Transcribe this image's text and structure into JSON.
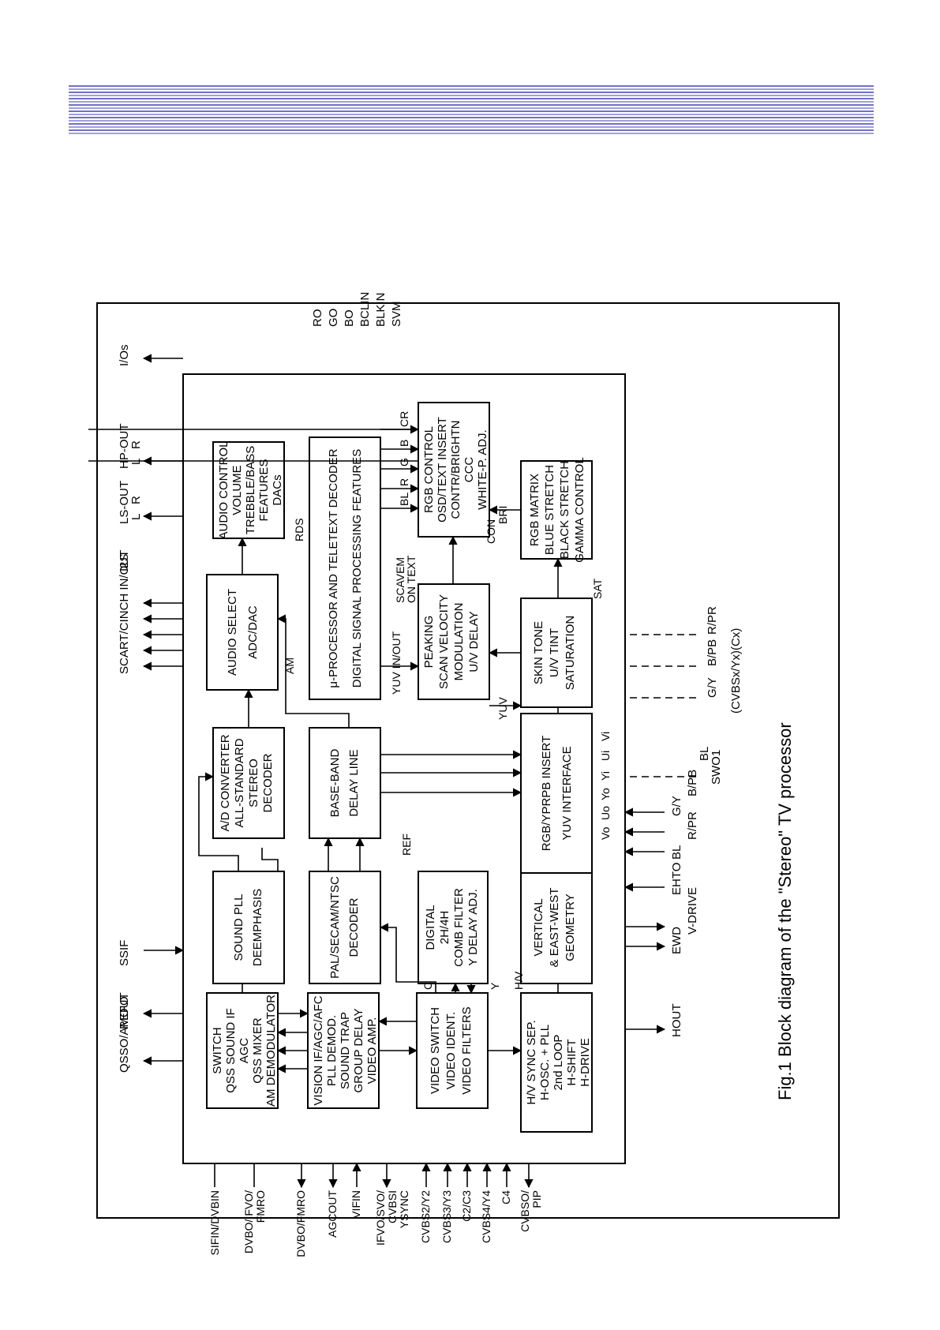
{
  "colors": {
    "header_stripes": "#8080d0",
    "border": "#000000"
  },
  "caption": "Fig.1  Block diagram of the \"Stereo\" TV processor",
  "blocks": {
    "switch_qss": [
      "SWITCH",
      "QSS SOUND IF",
      "AGC",
      "QSS MIXER",
      "AM DEMODULATOR"
    ],
    "vision_if": [
      "VISION IF/AGC/AFC",
      "PLL DEMOD.",
      "SOUND TRAP",
      "GROUP DELAY",
      "VIDEO AMP."
    ],
    "video_switch": [
      "VIDEO SWITCH",
      "VIDEO IDENT.",
      "VIDEO FILTERS"
    ],
    "hv_sync": [
      "H/V SYNC SEP.",
      "H-OSC. + PLL",
      "2nd LOOP",
      "H-SHIFT",
      "H-DRIVE"
    ],
    "sound_pll": [
      "SOUND PLL",
      "DEEMPHASIS"
    ],
    "pal_decoder": [
      "PAL/SECAM/NTSC",
      "DECODER"
    ],
    "comb_filter": [
      "DIGITAL",
      "2H/4H",
      "COMB FILTER",
      "Y DELAY ADJ."
    ],
    "geometry": [
      "VERTICAL",
      "& EAST-WEST",
      "GEOMETRY"
    ],
    "stereo_decoder": [
      "A/D CONVERTER",
      "ALL-STANDARD",
      "STEREO",
      "DECODER"
    ],
    "delay_line": [
      "BASE-BAND",
      "DELAY LINE"
    ],
    "rgb_insert": [
      "RGB/YPRPB INSERT",
      "YUV INTERFACE"
    ],
    "audio_select": [
      "AUDIO SELECT",
      "ADC/DAC"
    ],
    "microprocessor": [
      "μ-PROCESSOR AND TELETEXT DECODER",
      "DIGITAL SIGNAL PROCESSING FEATURES"
    ],
    "peaking": [
      "PEAKING",
      "SCAN VELOCITY",
      "MODULATION",
      "U/V DELAY"
    ],
    "skin_tone": [
      "SKIN TONE",
      "U/V TINT",
      "SATURATION"
    ],
    "audio_control": [
      "AUDIO CONTROL",
      "VOLUME",
      "TREBBLE/BASS",
      "FEATURES",
      "DACs"
    ],
    "rgb_control": [
      "RGB CONTROL",
      "OSD/TEXT INSERT",
      "CONTR/BRIGHTN",
      "CCC",
      "WHITE-P. ADJ."
    ],
    "rgb_matrix": [
      "RGB MATRIX",
      "BLUE STRETCH",
      "BLACK STRETCH",
      "GAMMA CONTROL"
    ]
  },
  "pins": {
    "bottom": [
      "SIFIN/DVBIN",
      "DVBO/IFVO/",
      "FMRO",
      "DVBO/FMRO",
      "AGCOUT",
      "VIFIN",
      "IFVO/SVO/",
      "CVBSI",
      "YSYNC",
      "CVBS2/Y2",
      "CVBS3/Y3",
      "C2/C3",
      "CVBS4/Y4",
      "C4",
      "CVBSO/",
      "PIP"
    ],
    "left": [
      "QSSO/AMOUT",
      "REFO",
      "SSIF",
      "SCART/CINCH IN/OUT",
      "I2S",
      "LS-OUT",
      "HP-OUT",
      "L",
      "R",
      "L",
      "R",
      "I/Os",
      "RO",
      "GO",
      "BO",
      "BCLIN",
      "BLKIN",
      "SVM"
    ],
    "right": [
      "HOUT",
      "EWD",
      "V-DRIVE",
      "EHTO",
      "BL",
      "R/PR",
      "G/Y",
      "B/PB",
      "SWO1",
      "BL",
      "(CVBSx/Yx)(Cx)",
      "G/Y",
      "B/PB",
      "R/PR"
    ],
    "internal": [
      "AM",
      "RDS",
      "REF",
      "C",
      "Y",
      "H/V",
      "YUV IN/OUT",
      "SCAVEM",
      "ON TEXT",
      "YUV",
      "CON",
      "BRI",
      "SAT",
      "BL",
      "R",
      "G",
      "B",
      "CR",
      "Vo",
      "Uo",
      "Yo",
      "Yi",
      "Ui",
      "Vi"
    ]
  }
}
